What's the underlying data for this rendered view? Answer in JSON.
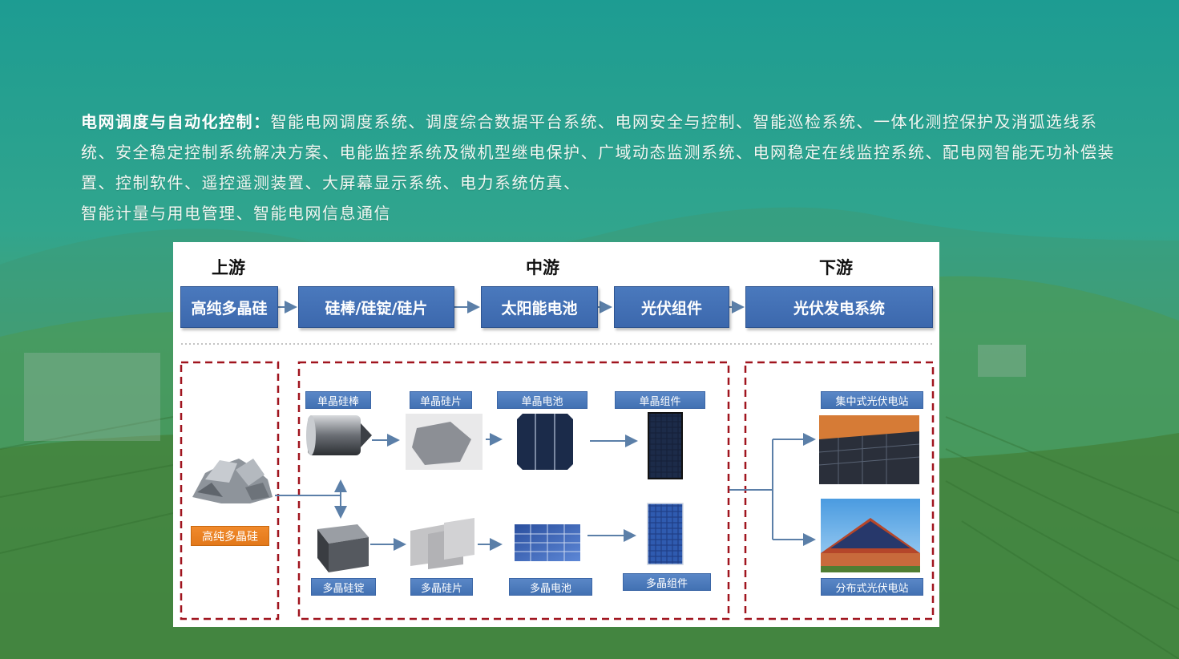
{
  "intro": {
    "lead": "电网调度与自动化控制：",
    "body": "智能电网调度系统、调度综合数据平台系统、电网安全与控制、智能巡检系统、一体化测控保护及消弧选线系统、安全稳定控制系统解决方案、电能监控系统及微机型继电保护、广域动态监测系统、电网稳定在线监控系统、配电网智能无功补偿装置、控制软件、遥控遥测装置、大屏幕显示系统、电力系统仿真、",
    "tail": "智能计量与用电管理、智能电网信息通信"
  },
  "diagram": {
    "stages": {
      "upstream": "上游",
      "midstream": "中游",
      "downstream": "下游"
    },
    "chain": [
      "高纯多晶硅",
      "硅棒/硅锭/硅片",
      "太阳能电池",
      "光伏组件",
      "光伏发电系统"
    ],
    "raw_material_label": "高纯多晶硅",
    "mono_row": [
      "单晶硅棒",
      "单晶硅片",
      "单晶电池",
      "单晶组件"
    ],
    "poly_row": [
      "多晶硅锭",
      "多晶硅片",
      "多晶电池",
      "多晶组件"
    ],
    "stations": [
      "集中式光伏电站",
      "分布式光伏电站"
    ]
  },
  "colors": {
    "box_blue": "#3f6cb0",
    "dashed_red": "#a0141e",
    "arrow": "#5b7fa8",
    "orange_tag": "#e97f22"
  }
}
